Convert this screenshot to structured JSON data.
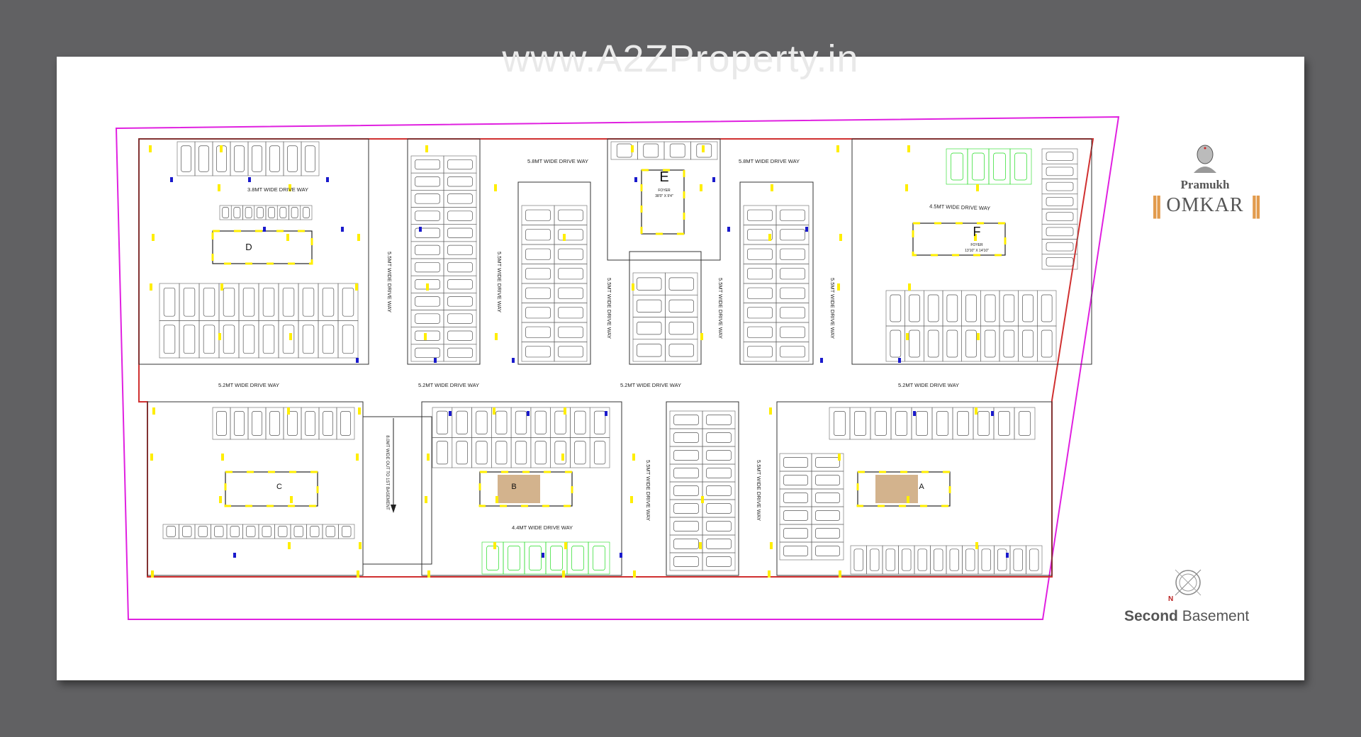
{
  "watermark": "www.A2ZProperty.in",
  "brand": {
    "top": "Pramukh",
    "name": "OMKAR"
  },
  "plan_title": {
    "bold": "Second",
    "rest": "Basement",
    "north": "N"
  },
  "colors": {
    "boundary": "#e020e0",
    "inner_wall": "#d03030",
    "column": "#ffee00",
    "green_stall": "#22dd22",
    "blue_marker": "#1a1acc",
    "stair": "#c8a070"
  },
  "drive_ways": [
    {
      "text": "3.8MT WIDE DRIVE WAY"
    },
    {
      "text": "5.8MT WIDE DRIVE WAY"
    },
    {
      "text": "5.8MT WIDE DRIVE WAY"
    },
    {
      "text": "4.5MT WIDE DRIVE WAY"
    },
    {
      "text": "5.5MT WIDE DRIVE WAY"
    },
    {
      "text": "5.5MT WIDE DRIVE WAY"
    },
    {
      "text": "5.5MT WIDE DRIVE WAY"
    },
    {
      "text": "5.5MT WIDE DRIVE WAY"
    },
    {
      "text": "5.5MT WIDE DRIVE WAY"
    },
    {
      "text": "5.2MT WIDE DRIVE WAY"
    },
    {
      "text": "5.2MT WIDE DRIVE WAY"
    },
    {
      "text": "5.2MT WIDE DRIVE WAY"
    },
    {
      "text": "5.2MT WIDE DRIVE WAY"
    },
    {
      "text": "4.4MT WIDE DRIVE WAY"
    },
    {
      "text": "5.5MT WIDE DRIVE WAY"
    },
    {
      "text": "5.5MT WIDE DRIVE WAY"
    }
  ],
  "ramp": "8.0MT WIDE OUT TO 1ST BASEMENT",
  "cores": [
    {
      "letter": "D",
      "sub": ""
    },
    {
      "letter": "E",
      "sub": "FOYER",
      "size": "38'0\" X 9'4\""
    },
    {
      "letter": "F",
      "sub": "FOYER",
      "size": "13'10\" X 14'10\""
    },
    {
      "letter": "C",
      "sub": ""
    },
    {
      "letter": "B",
      "sub": ""
    },
    {
      "letter": "A",
      "sub": ""
    }
  ]
}
